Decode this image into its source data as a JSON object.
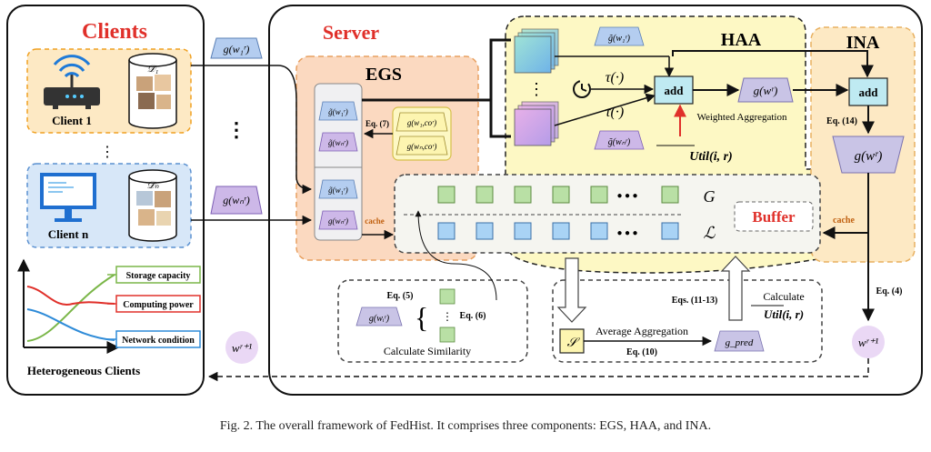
{
  "clients": {
    "title": "Clients",
    "client1": {
      "label": "Client 1",
      "dataset": "𝒟₁"
    },
    "clientn": {
      "label": "Client n",
      "dataset": "𝒟ₙ"
    },
    "chart_labels": {
      "storage": "Storage capacity",
      "computing": "Computing power",
      "network": "Network condition"
    },
    "chart_title": "Heterogeneous Clients",
    "colors": {
      "storage": "#7ab648",
      "computing": "#e0302a",
      "network": "#2e8bd8"
    }
  },
  "messages": {
    "upload1": "g(w₁ʳ)",
    "uploadn": "g(wₙʳ)",
    "broadcast": "wʳ⁺¹",
    "broadcast_server": "wʳ⁺¹"
  },
  "server": {
    "title": "Server",
    "egs": {
      "title": "EGS",
      "cache_items": [
        "g̃(w₁ʳ)",
        "g̃(wₙʳ)",
        "g̃(w₁ʳ)",
        "g(wₙʳ)"
      ],
      "eq7": "Eq. (7)",
      "co_items": [
        "g(w₁,coʳ)",
        "g(wₙ,coʳ)"
      ],
      "cache_label": "cache"
    },
    "haa": {
      "title": "HAA",
      "top_grad": "g̃(w₁ʳ)",
      "bottom_grad": "g̃(wₙʳ)",
      "tau": "τ(·)",
      "add": "add",
      "output": "g(wʳ)",
      "weighted": "Weighted Aggregation",
      "util": "Util(i, r)"
    },
    "ina": {
      "title": "INA",
      "add": "add",
      "eq14": "Eq. (14)",
      "output": "g(wʳ)",
      "cache_label": "cache",
      "eq4": "Eq. (4)"
    },
    "buffer": {
      "title": "Buffer",
      "row_g": "G",
      "row_l": "ℒ",
      "ellipsis": "● ● ●",
      "g_color": "#b9e0a5",
      "l_color": "#a9d3f5"
    },
    "similarity": {
      "eq5": "Eq. (5)",
      "eq6": "Eq. (6)",
      "grad": "g(wᵢʳ)",
      "caption": "Calculate Similarity"
    },
    "aggregation": {
      "eqs": "Eqs. (11-13)",
      "calc": "Calculate",
      "util": "Util(i, r)",
      "s": "𝒮",
      "avg": "Average Aggregation",
      "eq10": "Eq. (10)",
      "gpred": "g_pred"
    }
  },
  "caption": "Fig. 2.  The overall framework of FedHist. It comprises three components: EGS, HAA, and INA."
}
